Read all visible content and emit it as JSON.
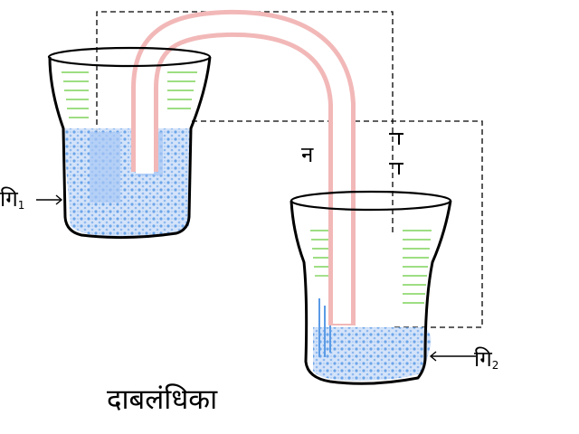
{
  "diagram": {
    "title": "दाबलंधिका",
    "label_left_vessel": "गि",
    "label_left_vessel_sub": "1",
    "label_right_vessel": "गि",
    "label_right_vessel_sub": "2",
    "label_height_mark": "न",
    "height_mark_glyph": "ग"
  },
  "colors": {
    "outline": "#000000",
    "tube": "#f2b8b8",
    "water": "#5b9be6",
    "water_light": "#b9d4f7",
    "graduation": "#7fd35a",
    "dashed": "#000000"
  }
}
